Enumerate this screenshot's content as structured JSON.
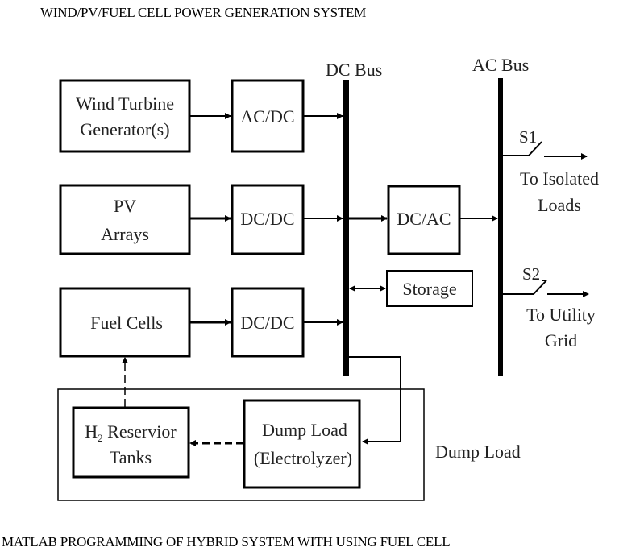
{
  "header": {
    "title": "WIND/PV/FUEL CELL POWER GENERATION SYSTEM"
  },
  "footer": {
    "caption": "MATLAB PROGRAMMING OF HYBRID SYSTEM WITH USING FUEL CELL"
  },
  "diagram": {
    "buses": {
      "dc": "DC Bus",
      "ac": "AC Bus"
    },
    "sources": {
      "wind": [
        "Wind Turbine",
        "Generator(s)"
      ],
      "pv": [
        "PV",
        "Arrays"
      ],
      "fuel": "Fuel Cells"
    },
    "converters": {
      "acdc": "AC/DC",
      "dcdc_pv": "DC/DC",
      "dcdc_fuel": "DC/DC",
      "dcac": "DC/AC"
    },
    "storage": "Storage",
    "switches": {
      "s1": "S1",
      "s2": "S2"
    },
    "outputs": {
      "isolated": [
        "To Isolated",
        "Loads"
      ],
      "grid": [
        "To Utility",
        "Grid"
      ]
    },
    "dump_group": {
      "label": "Dump Load",
      "h2_tank": {
        "h": "H",
        "sub": "2",
        "line1_rest": " Reservior",
        "line2": "Tanks"
      },
      "electrolyzer": [
        "Dump Load",
        "(Electrolyzer)"
      ]
    }
  }
}
